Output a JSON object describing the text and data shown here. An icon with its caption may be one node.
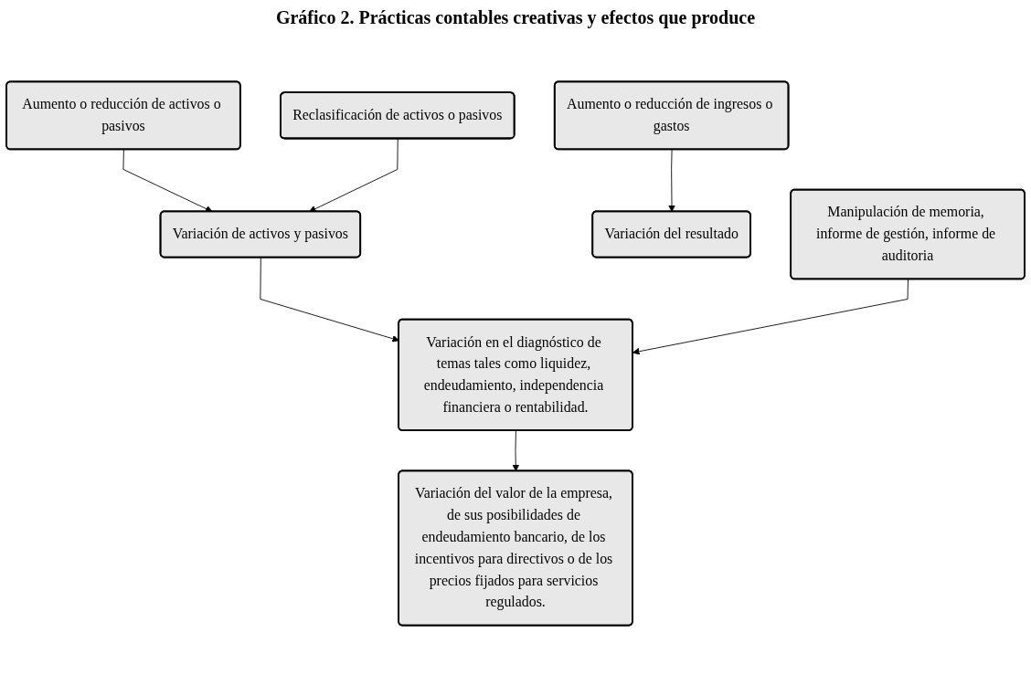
{
  "diagram": {
    "title": "Gráfico 2. Prácticas contables creativas y efectos que produce",
    "nodes": [
      {
        "text": [
          "Aumento o reducción de ingresos o gastos"
        ]
      },
      {
        "text": [
          "Aumento o reducción de activos o pasivos"
        ]
      },
      {
        "text": [
          "Reclasificación de activos o pasivos"
        ]
      },
      {
        "text": [
          "Manipulación de memoria, informe de gestión, informe de auditoria"
        ]
      },
      {
        "text": [
          "Variación del resultado"
        ]
      },
      {
        "text": [
          "Variación de activos y pasivos"
        ]
      },
      {
        "text": [
          "Variación en el diagnóstico de temas tales como liquidez, endeudamiento, independencia financiera o rentabilidad."
        ]
      },
      {
        "text": [
          "Variación del valor de la empresa, de sus posibilidades de endeudamiento bancario, de los incentivos para directivos o de los precios fijados para servicios regulados."
        ]
      }
    ],
    "edges": [
      {
        "from": 0,
        "to": 4,
        "arrow": "to"
      },
      {
        "from": 1,
        "to": 5,
        "arrow": "to"
      },
      {
        "from": 2,
        "to": 5,
        "arrow": "to"
      },
      {
        "from": 5,
        "to": 6,
        "arrow": "to"
      },
      {
        "from": 3,
        "to": 6,
        "arrow": "to"
      },
      {
        "from": 6,
        "to": 7,
        "arrow": "to"
      }
    ]
  }
}
